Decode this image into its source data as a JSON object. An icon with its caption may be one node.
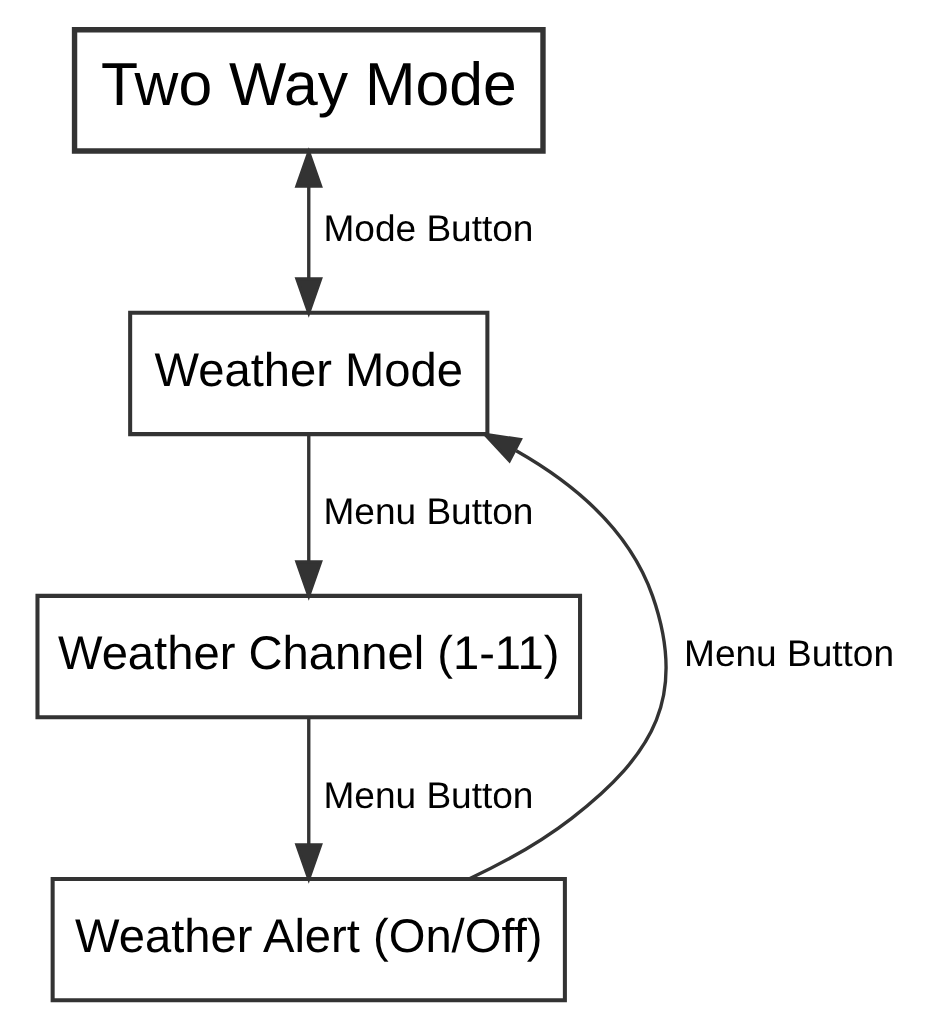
{
  "diagram": {
    "nodes": [
      {
        "text": [
          "Two Way Mode"
        ]
      },
      {
        "text": [
          "Weather Mode"
        ]
      },
      {
        "text": [
          "Weather Channel (1-11)"
        ]
      },
      {
        "text": [
          "Weather Alert (On/Off)"
        ]
      }
    ],
    "edges": [
      {
        "from": 0,
        "to": 1,
        "arrow": "both",
        "label": "Mode Button"
      },
      {
        "from": 1,
        "to": 2,
        "arrow": "to",
        "label": "Menu Button"
      },
      {
        "from": 2,
        "to": 3,
        "arrow": "to",
        "label": "Menu Button"
      },
      {
        "from": 3,
        "to": 1,
        "arrow": "to",
        "label": "Menu Button"
      }
    ]
  }
}
